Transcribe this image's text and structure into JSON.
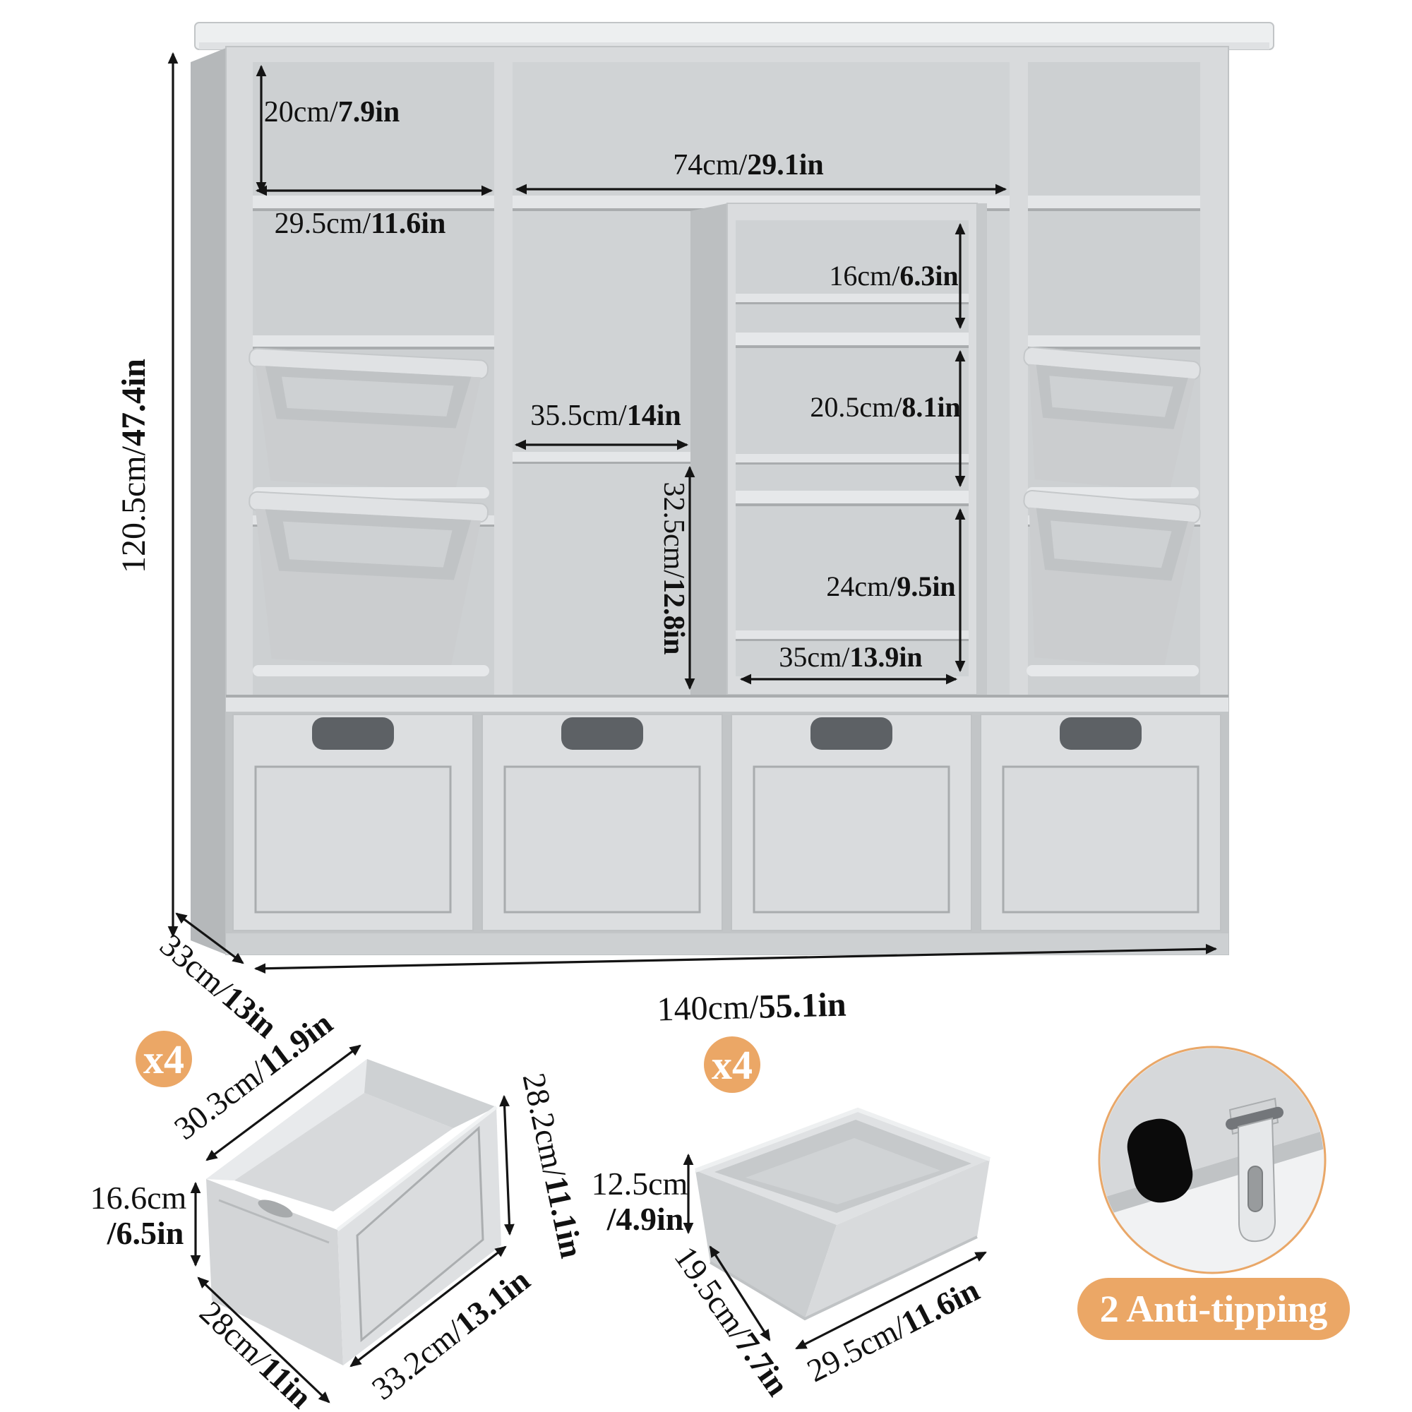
{
  "colors": {
    "accent_orange": "#eba766",
    "arrow_black": "#141414",
    "cabinet_front": "#d8dadc",
    "cabinet_side": "#b5b8ba",
    "bin_gray": "#c9cccd",
    "cutout_dark": "#5d6165",
    "pill_text": "#ffffff"
  },
  "main_diagram": {
    "labels": {
      "cubby_height": {
        "cm": "20cm/",
        "inch": "7.9in"
      },
      "cubby_width": {
        "cm": "29.5cm/",
        "inch": "11.6in"
      },
      "top_opening_width": {
        "cm": "74cm/",
        "inch": "29.1in"
      },
      "rack_section1_height": {
        "cm": "16cm/",
        "inch": "6.3in"
      },
      "rack_section2_height": {
        "cm": "20.5cm/",
        "inch": "8.1in"
      },
      "rack_section3_height": {
        "cm": "24cm/",
        "inch": "9.5in"
      },
      "rack_width": {
        "cm": "35cm/",
        "inch": "13.9in"
      },
      "open_area_width": {
        "cm": "35.5cm/",
        "inch": "14in"
      },
      "open_area_height": {
        "cm": "32.5cm/",
        "inch": "12.8in"
      },
      "total_height": {
        "cm": "120.5cm/",
        "inch": "47.4in"
      },
      "total_depth": {
        "cm": "33cm/",
        "inch": "13in"
      },
      "total_width": {
        "cm": "140cm/",
        "inch": "55.1in"
      }
    }
  },
  "drawer_detail": {
    "badge": "x4",
    "labels": {
      "top_width": {
        "cm": "30.3cm/",
        "inch": "11.9in"
      },
      "front_height_line1": "16.6cm",
      "front_height_line2": "/6.5in",
      "side_depth": {
        "cm": "28cm/",
        "inch": "11in"
      },
      "bottom_width": {
        "cm": "33.2cm/",
        "inch": "13.1in"
      },
      "back_height": {
        "cm": "28.2cm/",
        "inch": "11.1in"
      }
    }
  },
  "bin_detail": {
    "badge": "x4",
    "labels": {
      "height_line1": "12.5cm",
      "height_line2": "/4.9in",
      "depth": {
        "cm": "19.5cm/",
        "inch": "7.7in"
      },
      "width": {
        "cm": "29.5cm/",
        "inch": "11.6in"
      }
    }
  },
  "anti_tip": {
    "label": "2 Anti-tipping"
  }
}
